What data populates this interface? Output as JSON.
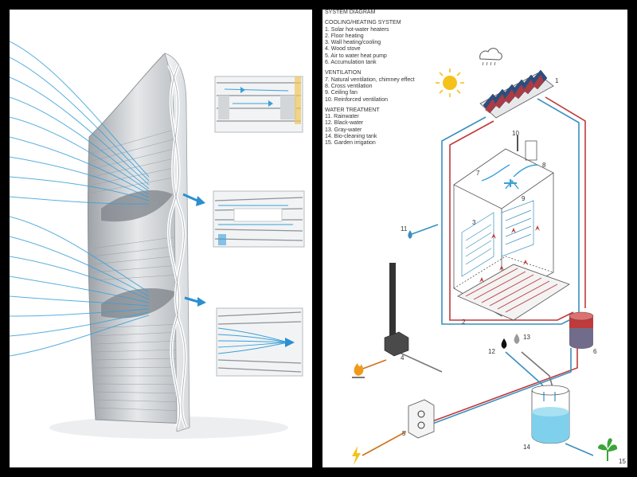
{
  "diagram": {
    "title": "SYSTEM DIAGRAM",
    "sections": [
      {
        "heading": "COOLING/HEATING SYSTEM",
        "items": [
          "1. Solar hot-water heaters",
          "2. Floor heating",
          "3. Wall heating/cooling",
          "4. Wood stove",
          "5. Air to water heat pump",
          "6. Accumulation tank"
        ]
      },
      {
        "heading": "VENTILATION",
        "items": [
          "7. Natural ventilation, chimney effect",
          "8. Cross ventilation",
          "9. Ceiling fan",
          "10. Reinforced ventilation"
        ]
      },
      {
        "heading": "WATER TREATMENT",
        "items": [
          "11. Rainwater",
          "12. Black-water",
          "13. Gray-water",
          "14. Bio-cleaning tank",
          "15. Garden irrigation"
        ]
      }
    ],
    "callouts": [
      "1",
      "2",
      "3",
      "4",
      "5",
      "6",
      "7",
      "8",
      "9",
      "10",
      "11",
      "12",
      "13",
      "14",
      "15"
    ]
  },
  "colors": {
    "background": "#000000",
    "airflow": "#3aa0d8",
    "hot_pipe": "#c0393b",
    "cold_pipe": "#3a8fc0",
    "tower_shell": "#c9ccd0",
    "plant": "#3aa536",
    "sun": "#f5c21b"
  },
  "icons": [
    "sun-icon",
    "rain-cloud-icon",
    "flame-icon",
    "lightning-icon",
    "plant-icon",
    "water-drop-icon"
  ]
}
